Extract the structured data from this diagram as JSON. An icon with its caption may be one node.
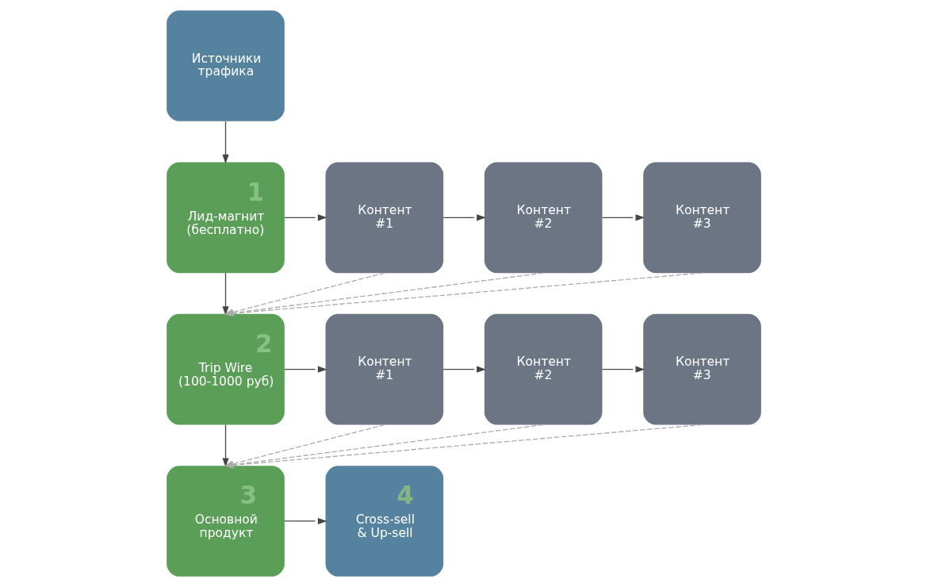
{
  "diagram": {
    "nodes": [
      {
        "text": [
          "Источники трафика"
        ]
      },
      {
        "text": [
          "1",
          "Лид-магнит (бесплатно)"
        ]
      },
      {
        "text": [
          "Контент #1"
        ]
      },
      {
        "text": [
          "Контент #2"
        ]
      },
      {
        "text": [
          "Контент #3"
        ]
      },
      {
        "text": [
          "2",
          "Trip Wire (100-1000 руб)"
        ]
      },
      {
        "text": [
          "Контент #1"
        ]
      },
      {
        "text": [
          "Контент #2"
        ]
      },
      {
        "text": [
          "Контент #3"
        ]
      },
      {
        "text": [
          "3",
          "Основной продукт"
        ]
      },
      {
        "text": [
          "4",
          "Cross-sell & Up-sell"
        ]
      }
    ],
    "edges": [
      {
        "from": 0,
        "to": 1,
        "arrow": "to"
      },
      {
        "from": 1,
        "to": 2,
        "arrow": "to"
      },
      {
        "from": 2,
        "to": 3,
        "arrow": "to"
      },
      {
        "from": 3,
        "to": 4,
        "arrow": "to"
      },
      {
        "from": 1,
        "to": 5,
        "arrow": "to"
      },
      {
        "from": 2,
        "to": 5,
        "arrow": "to",
        "style": "dashed",
        "color": "#aaaaaa"
      },
      {
        "from": 3,
        "to": 5,
        "arrow": "to",
        "style": "dashed",
        "color": "#aaaaaa"
      },
      {
        "from": 4,
        "to": 5,
        "arrow": "to",
        "style": "dashed",
        "color": "#aaaaaa"
      },
      {
        "from": 5,
        "to": 6,
        "arrow": "to"
      },
      {
        "from": 6,
        "to": 7,
        "arrow": "to"
      },
      {
        "from": 7,
        "to": 8,
        "arrow": "to"
      },
      {
        "from": 5,
        "to": 9,
        "arrow": "to"
      },
      {
        "from": 6,
        "to": 9,
        "arrow": "to",
        "style": "dashed",
        "color": "#aaaaaa"
      },
      {
        "from": 7,
        "to": 9,
        "arrow": "to",
        "style": "dashed",
        "color": "#aaaaaa"
      },
      {
        "from": 8,
        "to": 9,
        "arrow": "to",
        "style": "dashed",
        "color": "#aaaaaa"
      },
      {
        "from": 9,
        "to": 10,
        "arrow": "to"
      }
    ]
  }
}
